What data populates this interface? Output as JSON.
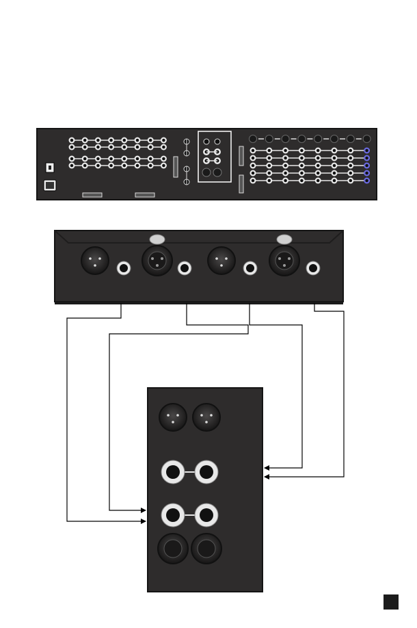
{
  "figure": {
    "description_free": true,
    "colors": {
      "panel": "#2e2c2c",
      "panel_dark": "#1f1d1d",
      "jack_ring": "#e8e8e8",
      "jack_center": "#111111",
      "wire": "#000000",
      "accent_jack": "#6a6ae0"
    }
  },
  "rack_unit": {
    "name": "rear-panel-interface",
    "io_column_count": 8,
    "io_row_count_left": 4,
    "io_row_count_right": 5,
    "has_power_inlet": true,
    "has_power_switch": true,
    "dsub_connectors": 4
  },
  "preamp_unit": {
    "name": "rear-panel-preamp",
    "channels": 2,
    "per_channel": [
      "xlr-male",
      "trs-jack",
      "xlr-female",
      "trs-jack"
    ]
  },
  "patchbay": {
    "name": "patch-panel",
    "xlr_male_count": 2,
    "trs_rows": 2,
    "xlr_female_count": 2
  },
  "icons": {
    "page_marker": "black-square-icon"
  }
}
